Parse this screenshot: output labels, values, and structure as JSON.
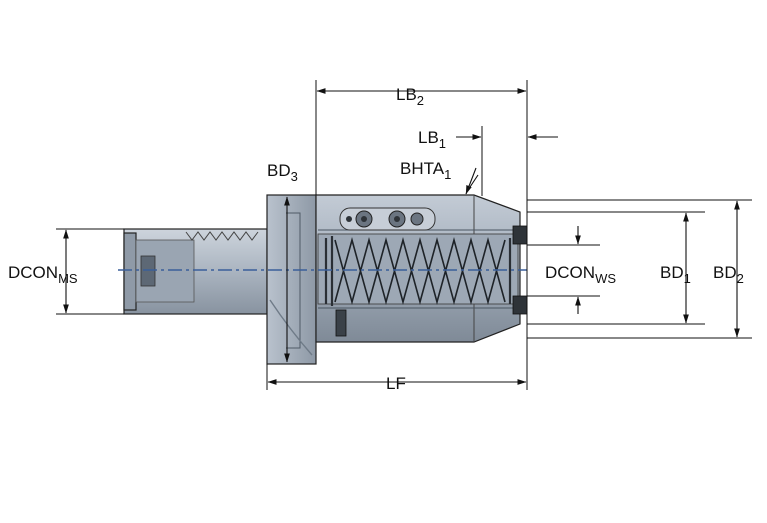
{
  "labels": {
    "dcon_ms": {
      "main": "DCON",
      "sub": "MS"
    },
    "dcon_ws": {
      "main": "DCON",
      "sub": "WS"
    },
    "bd1": {
      "main": "BD",
      "sub": "1"
    },
    "bd2": {
      "main": "BD",
      "sub": "2"
    },
    "bd3": {
      "main": "BD",
      "sub": "3"
    },
    "lb1": {
      "main": "LB",
      "sub": "1"
    },
    "lb2": {
      "main": "LB",
      "sub": "2"
    },
    "bhta1": {
      "main": "BHTA",
      "sub": "1"
    },
    "lf": {
      "main": "LF"
    }
  },
  "colors": {
    "body": "#9aa6b4",
    "body_light": "#aeb8c4",
    "body_dark": "#6f7b88",
    "flange": "#a7b1bd",
    "shank": "#b4bdc8",
    "line": "#111111",
    "axis": "#3a5f9a"
  },
  "icons": [
    "boring-adaptor-drawing"
  ]
}
